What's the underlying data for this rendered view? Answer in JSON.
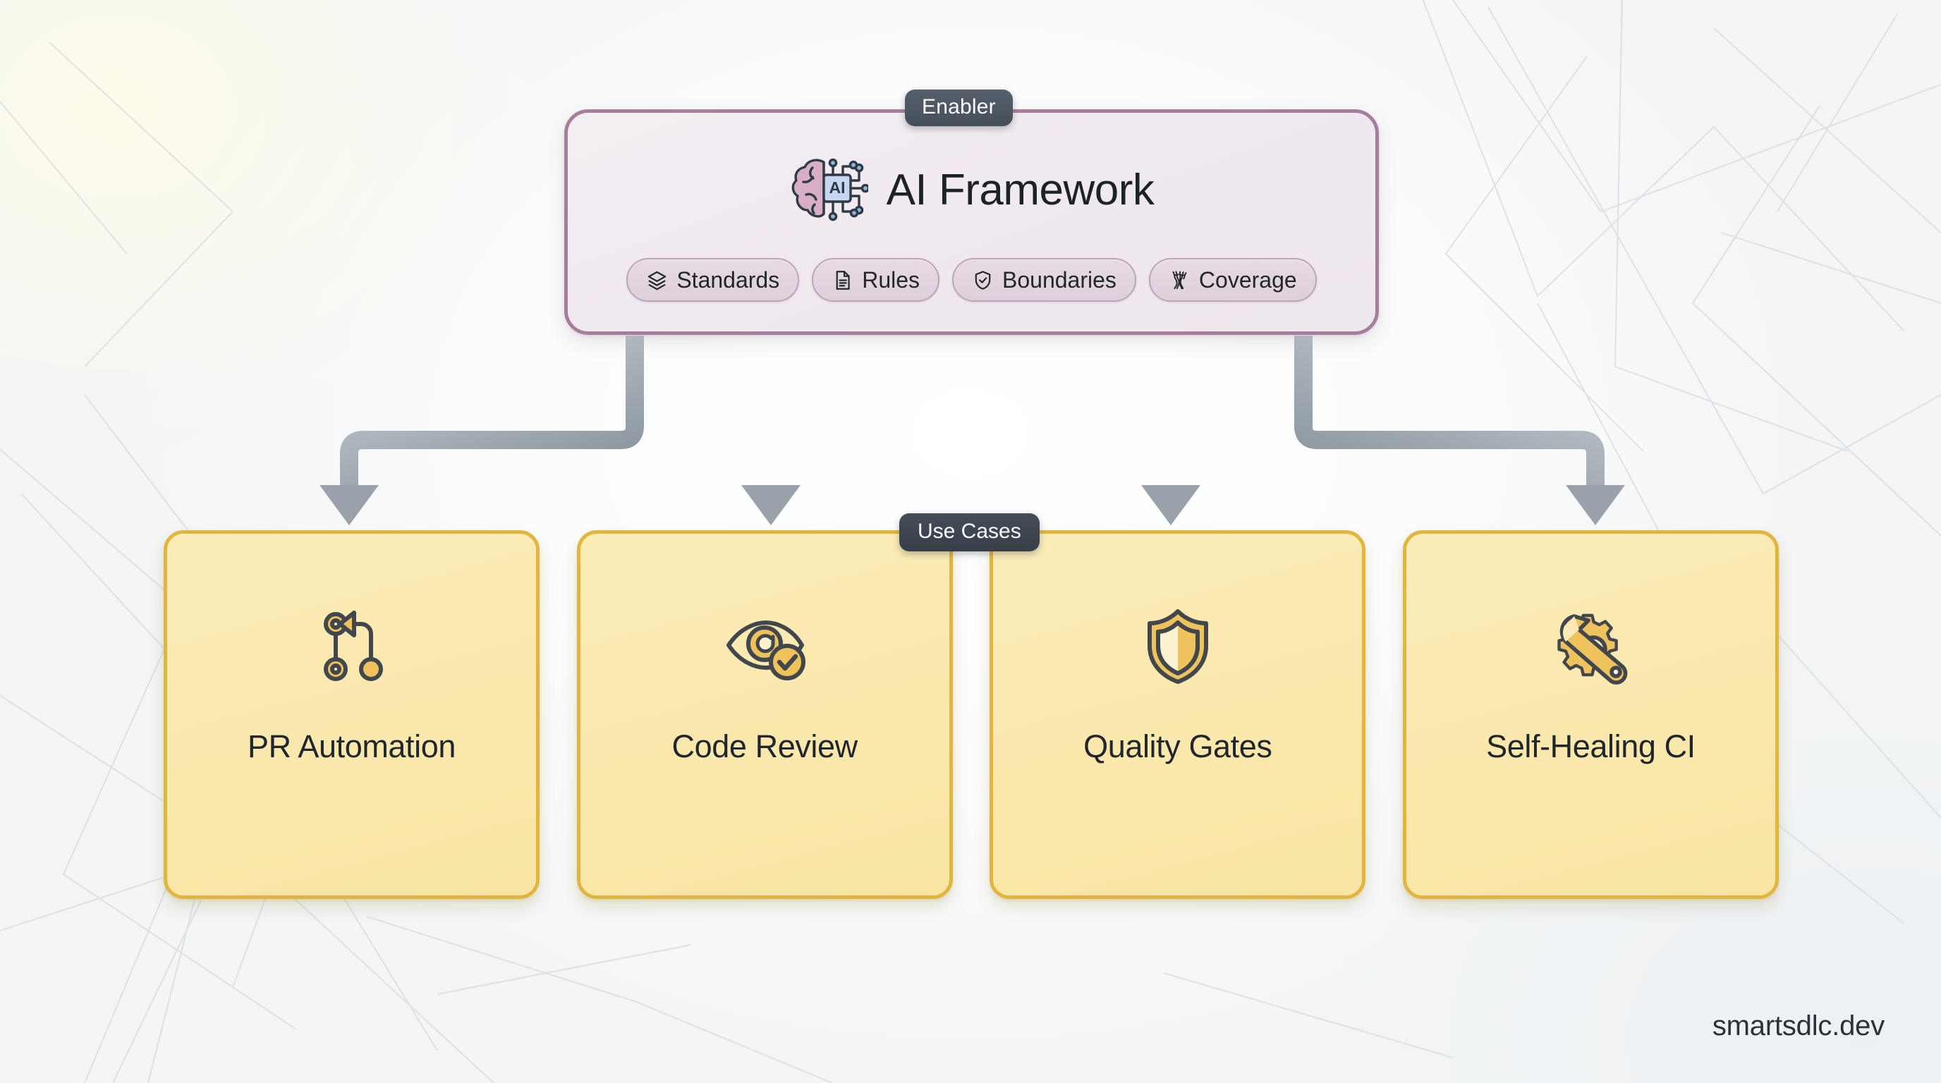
{
  "background": {
    "base_color": "#f7f8f8",
    "line_color": "#d6dade",
    "warm_tint": "#fffce8"
  },
  "enabler": {
    "badge_label": "Enabler",
    "title": "AI Framework",
    "icon": "ai-brain-chip-icon",
    "border_color": "#a67e9c",
    "fill_color": "#f2eaf1",
    "badge_color": "#4b545f",
    "chips": [
      {
        "label": "Standards",
        "icon": "layers-icon"
      },
      {
        "label": "Rules",
        "icon": "document-lines-icon"
      },
      {
        "label": "Boundaries",
        "icon": "shield-check-icon"
      },
      {
        "label": "Coverage",
        "icon": "coverage-icon"
      }
    ]
  },
  "connectors": {
    "color_start": "#c2c8ce",
    "color_end": "#8d979f",
    "count": 4,
    "style": "elbow-arrow"
  },
  "use_cases": {
    "badge_label": "Use Cases",
    "badge_color": "#3c444e",
    "border_color": "#e2b53e",
    "fill_color": "#fae9ae",
    "cards": [
      {
        "label": "PR Automation",
        "icon": "git-pull-request-icon"
      },
      {
        "label": "Code Review",
        "icon": "eye-check-icon"
      },
      {
        "label": "Quality Gates",
        "icon": "shield-icon"
      },
      {
        "label": "Self-Healing CI",
        "icon": "gear-wrench-icon"
      }
    ]
  },
  "footer": {
    "brand": "smartsdlc.dev"
  }
}
